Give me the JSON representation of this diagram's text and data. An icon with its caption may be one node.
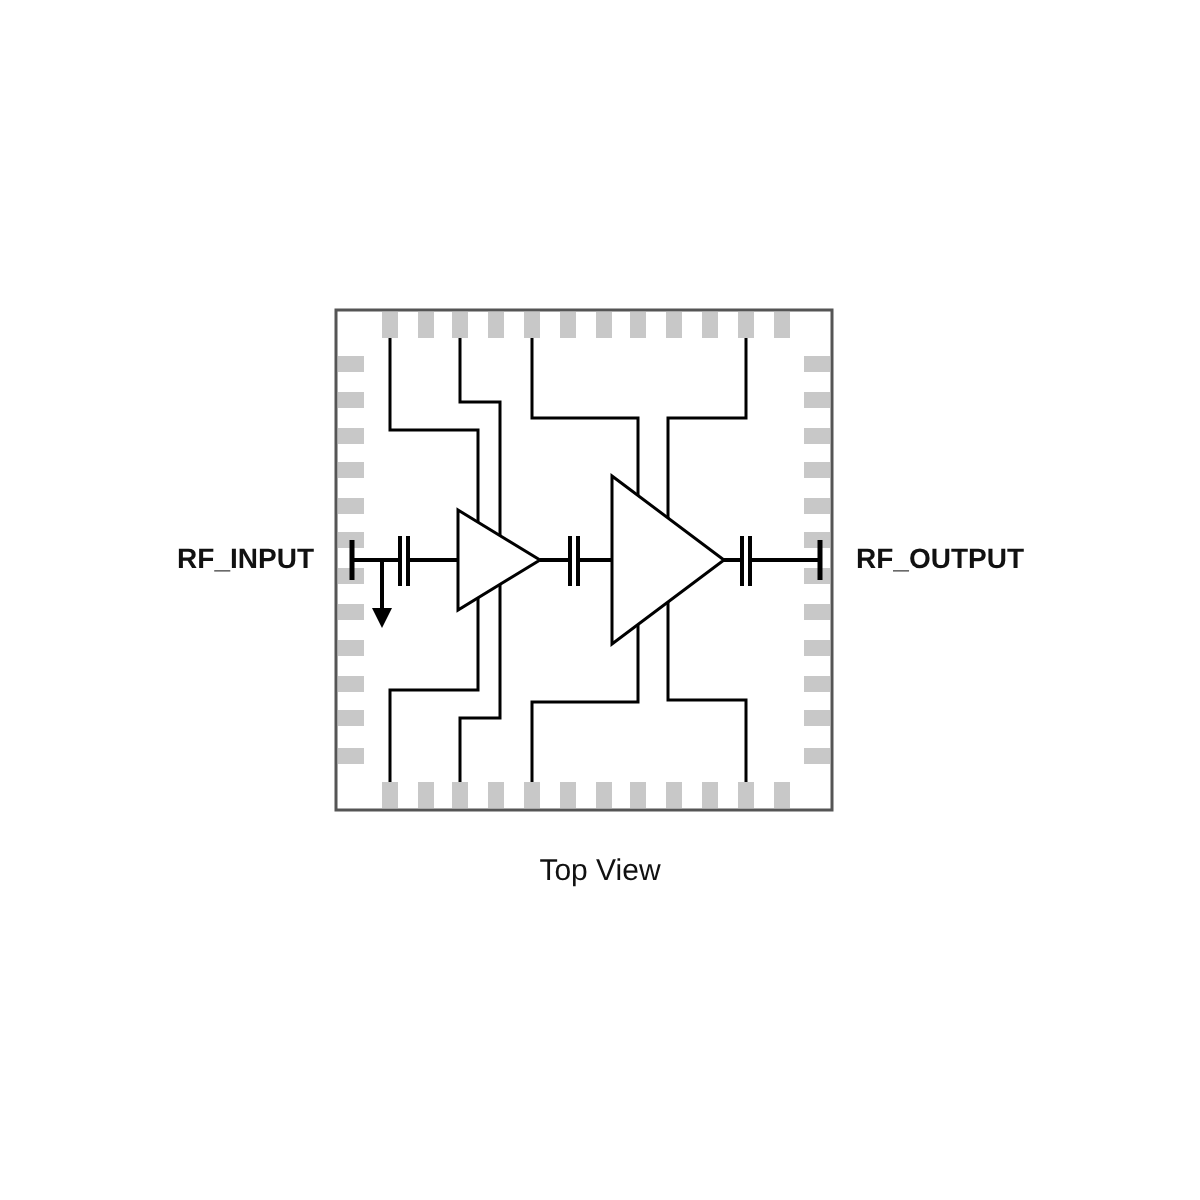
{
  "diagram": {
    "caption": "Top View",
    "labels": [
      "RF_INPUT",
      "RF_OUTPUT"
    ]
  }
}
